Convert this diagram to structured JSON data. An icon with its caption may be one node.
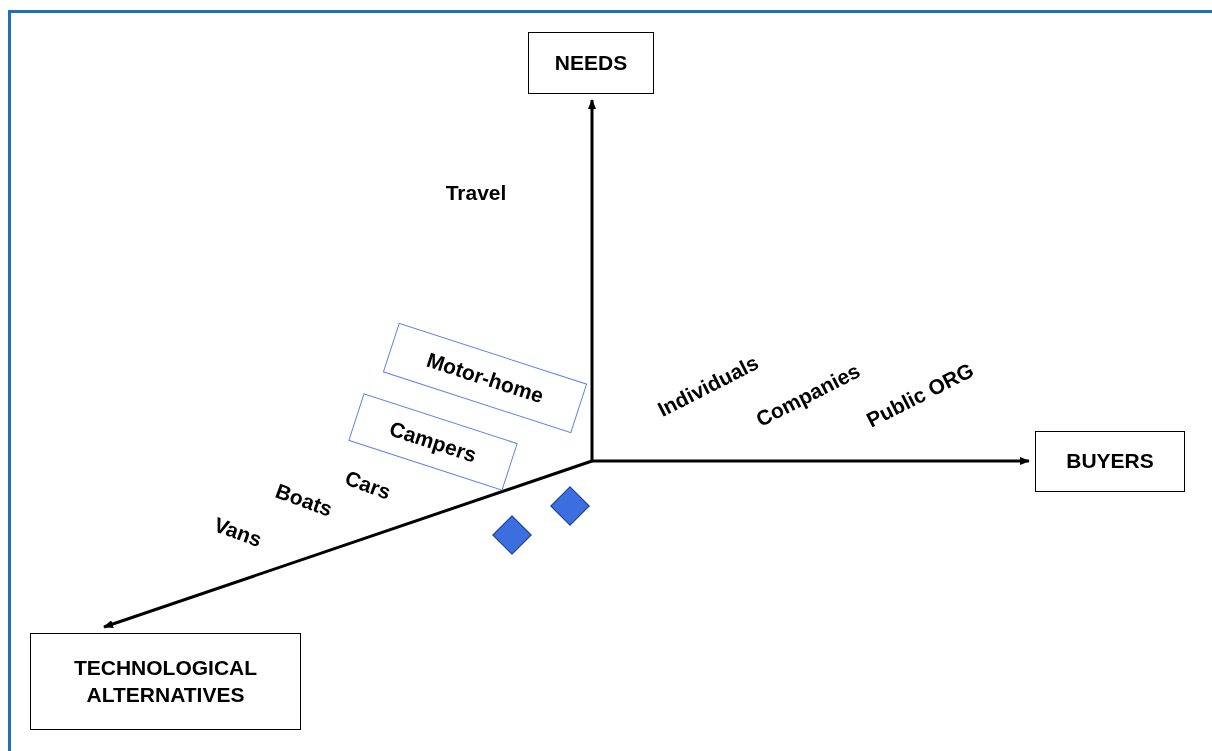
{
  "diagram": {
    "nodes": [
      {
        "text": [
          "NEEDS"
        ]
      },
      {
        "text": [
          "BUYERS"
        ]
      },
      {
        "text": [
          "TECHNOLOGICAL ALTERNATIVES"
        ]
      },
      {
        "text": [
          "Motor-home"
        ]
      },
      {
        "text": [
          "Campers"
        ]
      },
      {
        "text": [],
        "shape": "diamond"
      },
      {
        "text": [],
        "shape": "diamond"
      }
    ],
    "edges": [
      {
        "from": null,
        "to": 0,
        "arrow": "to"
      },
      {
        "from": null,
        "to": 1,
        "arrow": "to"
      },
      {
        "from": null,
        "to": 2,
        "arrow": "to"
      }
    ],
    "labels": [
      "Travel",
      "Individuals",
      "Companies",
      "Public ORG",
      "Cars",
      "Boats",
      "Vans"
    ]
  }
}
